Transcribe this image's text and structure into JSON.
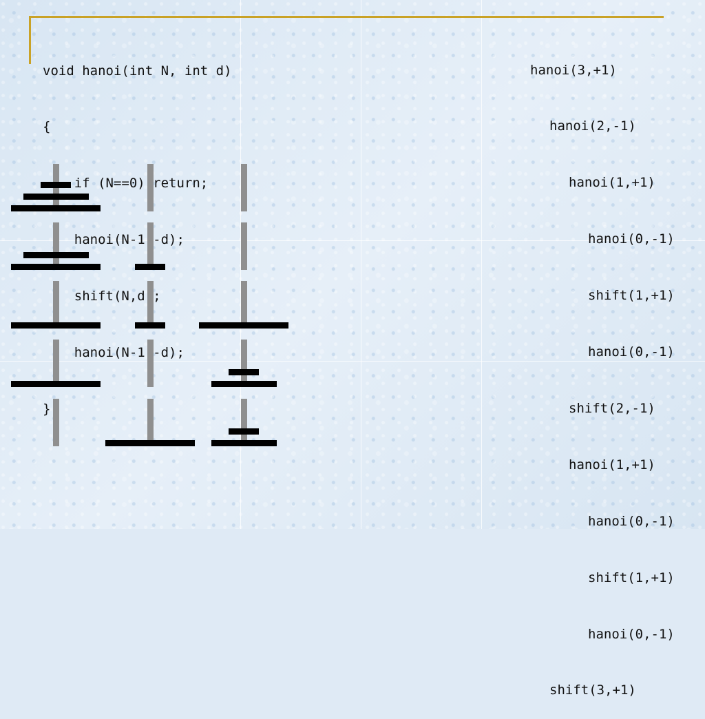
{
  "colors": {
    "background": "#dfeaf5",
    "accent": "#c9a227",
    "peg": "#8f8f8f",
    "disk": "#000000",
    "text": "#111111"
  },
  "code": {
    "lines": [
      "void hanoi(int N, int d)",
      "{",
      "    if (N==0) return;",
      "    hanoi(N-1,-d);",
      "    shift(N,d);",
      "    hanoi(N-1,-d);",
      "}"
    ]
  },
  "trace": {
    "lines": [
      "hanoi(3,+1)",
      "hanoi(2,-1)",
      "hanoi(1,+1)",
      "hanoi(0,-1)",
      "shift(1,+1)",
      "hanoi(0,-1)",
      "shift(2,-1)",
      "hanoi(1,+1)",
      "hanoi(0,-1)",
      "shift(1,+1)",
      "hanoi(0,-1)",
      "shift(3,+1)"
    ],
    "depths": [
      0,
      1,
      2,
      3,
      3,
      3,
      2,
      2,
      3,
      3,
      3,
      1
    ]
  },
  "hanoi_states": [
    [
      [
        3,
        2,
        1
      ],
      [],
      []
    ],
    [
      [
        3,
        2
      ],
      [
        1
      ],
      []
    ],
    [
      [
        3
      ],
      [
        1
      ],
      [
        3
      ]
    ],
    [
      [
        3
      ],
      [],
      [
        2,
        1
      ]
    ],
    [
      [],
      [
        3
      ],
      [
        2,
        1
      ]
    ]
  ]
}
